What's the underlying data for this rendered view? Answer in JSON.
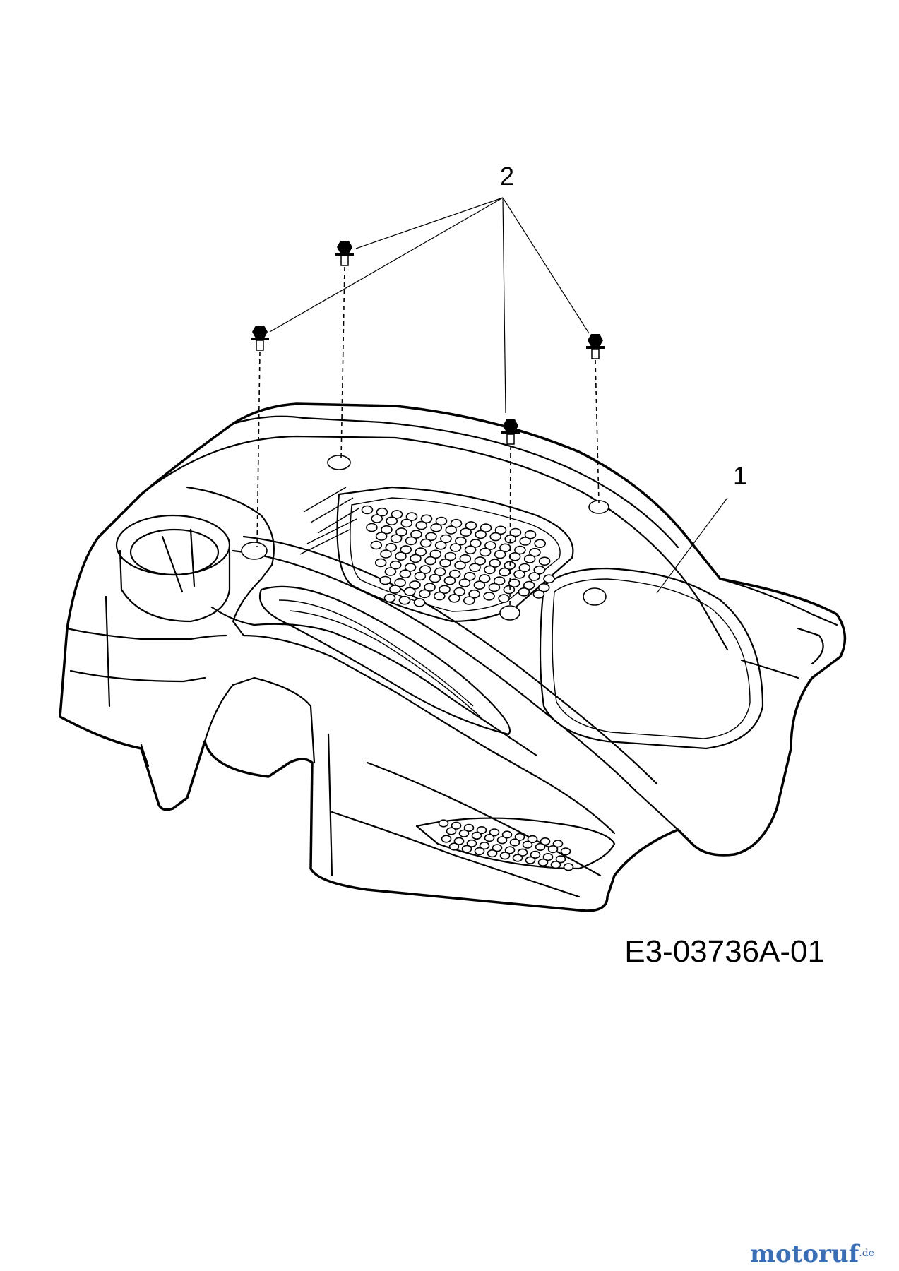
{
  "diagram": {
    "parts": [
      {
        "callout": "1",
        "item": "engine-cover"
      },
      {
        "callout": "2",
        "item": "screw",
        "count": 4
      }
    ],
    "drawing_code": "E3-03736A-01",
    "watermark": {
      "main": "motoruf",
      "suffix": ".de"
    }
  },
  "colors": {
    "line": "#000000",
    "background": "#ffffff",
    "watermark": "#3a6fb5"
  }
}
